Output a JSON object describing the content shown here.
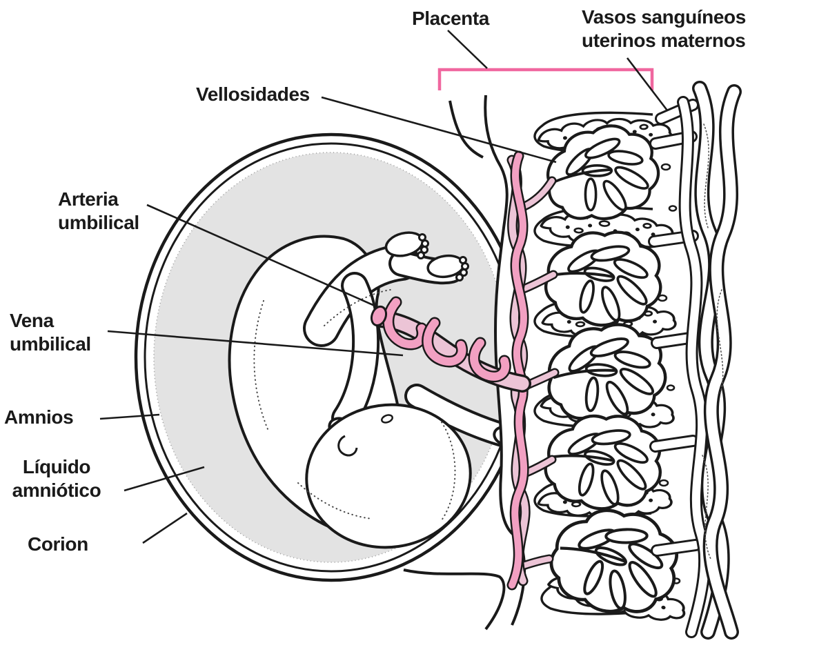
{
  "labels": {
    "placenta": "Placenta",
    "vasos_line1": "Vasos sanguíneos",
    "vasos_line2": "uterinos maternos",
    "vellosidades": "Vellosidades",
    "arteria_line1": "Arteria",
    "arteria_line2": "umbilical",
    "vena_line1": "Vena",
    "vena_line2": "umbilical",
    "amnios": "Amnios",
    "liquido_line1": "Líquido",
    "liquido_line2": "amniótico",
    "corion": "Corion"
  },
  "colors": {
    "bracket_pink": "#f0679f",
    "vessel_dark_pink": "#f2a0c2",
    "vessel_light_pink": "#ecc4d6",
    "amniotic_gray": "#e3e3e3",
    "line_black": "#1a1a1a"
  }
}
